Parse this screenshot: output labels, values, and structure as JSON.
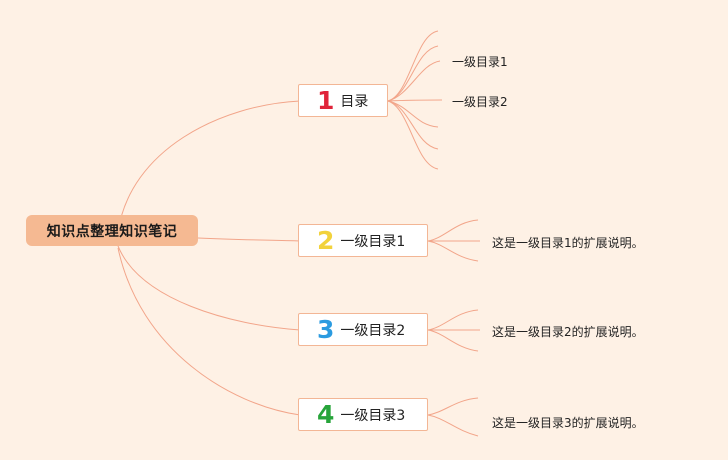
{
  "root": {
    "label": "知识点整理知识笔记"
  },
  "branches": [
    {
      "num": "1",
      "label": "目录",
      "num_color": "#e0243a"
    },
    {
      "num": "2",
      "label": "一级目录1",
      "num_color": "#f2d23c"
    },
    {
      "num": "3",
      "label": "一级目录2",
      "num_color": "#2b9be0"
    },
    {
      "num": "4",
      "label": "一级目录3",
      "num_color": "#27a43a"
    }
  ],
  "toc_items": [
    "一级目录1",
    "一级目录2"
  ],
  "descriptions": [
    "这是一级目录1的扩展说明。",
    "这是一级目录2的扩展说明。",
    "这是一级目录3的扩展说明。"
  ],
  "colors": {
    "background": "#fef1e5",
    "link": "#f2a58a",
    "root_fill": "#f5b992",
    "node_border": "#f3b695"
  }
}
